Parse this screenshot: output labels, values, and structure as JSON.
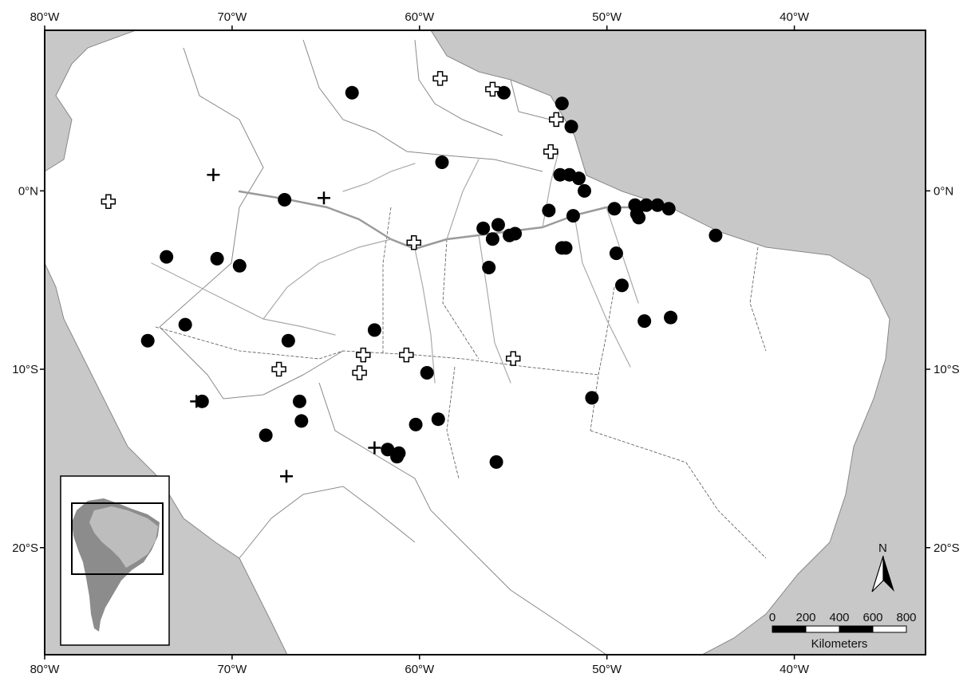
{
  "map": {
    "bounds": {
      "lon_min": -80,
      "lon_max": -33,
      "lat_max": 9,
      "lat_min": -26
    },
    "lon_ticks": [
      {
        "lon": -80,
        "label": "80°W"
      },
      {
        "lon": -70,
        "label": "70°W"
      },
      {
        "lon": -60,
        "label": "60°W"
      },
      {
        "lon": -50,
        "label": "50°W"
      },
      {
        "lon": -40,
        "label": "40°W"
      }
    ],
    "lat_ticks": [
      {
        "lat": 0,
        "label": "0°N"
      },
      {
        "lat": -10,
        "label": "10°S"
      },
      {
        "lat": -20,
        "label": "20°S"
      }
    ],
    "colors": {
      "ocean": "#c8c8c8",
      "land": "#ffffff",
      "river": "#9a9a9a",
      "marker": "#000000"
    },
    "north_label": "N",
    "scale_bar": {
      "ticks": [
        "0",
        "200",
        "400",
        "600",
        "800"
      ],
      "unit_label": "Kilometers"
    }
  },
  "markers": {
    "filled_circle": [
      [
        -63.6,
        5.5
      ],
      [
        -55.5,
        5.5
      ],
      [
        -52.4,
        4.9
      ],
      [
        -51.9,
        3.6
      ],
      [
        -58.8,
        1.6
      ],
      [
        -52.5,
        0.9
      ],
      [
        -52.0,
        0.9
      ],
      [
        -51.5,
        0.7
      ],
      [
        -51.2,
        0.0
      ],
      [
        -67.2,
        -0.5
      ],
      [
        -53.1,
        -1.1
      ],
      [
        -51.8,
        -1.4
      ],
      [
        -49.6,
        -1.0
      ],
      [
        -48.5,
        -0.8
      ],
      [
        -47.9,
        -0.8
      ],
      [
        -47.3,
        -0.8
      ],
      [
        -46.7,
        -1.0
      ],
      [
        -48.4,
        -1.3
      ],
      [
        -48.3,
        -1.5
      ],
      [
        -44.2,
        -2.5
      ],
      [
        -55.8,
        -1.9
      ],
      [
        -56.6,
        -2.1
      ],
      [
        -55.2,
        -2.5
      ],
      [
        -54.9,
        -2.4
      ],
      [
        -56.1,
        -2.7
      ],
      [
        -52.4,
        -3.2
      ],
      [
        -52.2,
        -3.2
      ],
      [
        -49.5,
        -3.5
      ],
      [
        -73.5,
        -3.7
      ],
      [
        -70.8,
        -3.8
      ],
      [
        -69.6,
        -4.2
      ],
      [
        -56.3,
        -4.3
      ],
      [
        -49.2,
        -5.3
      ],
      [
        -48.0,
        -7.3
      ],
      [
        -46.6,
        -7.1
      ],
      [
        -72.5,
        -7.5
      ],
      [
        -62.4,
        -7.8
      ],
      [
        -74.5,
        -8.4
      ],
      [
        -67.0,
        -8.4
      ],
      [
        -59.6,
        -10.2
      ],
      [
        -50.8,
        -11.6
      ],
      [
        -71.6,
        -11.8
      ],
      [
        -66.4,
        -11.8
      ],
      [
        -66.3,
        -12.9
      ],
      [
        -59.0,
        -12.8
      ],
      [
        -60.2,
        -13.1
      ],
      [
        -68.2,
        -13.7
      ],
      [
        -61.7,
        -14.5
      ],
      [
        -61.1,
        -14.7
      ],
      [
        -61.2,
        -14.9
      ],
      [
        -55.9,
        -15.2
      ]
    ],
    "open_cross": [
      [
        -58.9,
        6.3
      ],
      [
        -56.1,
        5.7
      ],
      [
        -52.7,
        4.0
      ],
      [
        -53.0,
        2.2
      ],
      [
        -76.6,
        -0.6
      ],
      [
        -60.3,
        -2.9
      ],
      [
        -63.0,
        -9.2
      ],
      [
        -60.7,
        -9.2
      ],
      [
        -67.5,
        -10.0
      ],
      [
        -63.2,
        -10.2
      ],
      [
        -55.0,
        -9.4
      ]
    ],
    "plus": [
      [
        -71.0,
        0.9
      ],
      [
        -65.1,
        -0.4
      ],
      [
        -71.9,
        -11.8
      ],
      [
        -62.4,
        -14.4
      ],
      [
        -67.1,
        -16.0
      ]
    ]
  }
}
